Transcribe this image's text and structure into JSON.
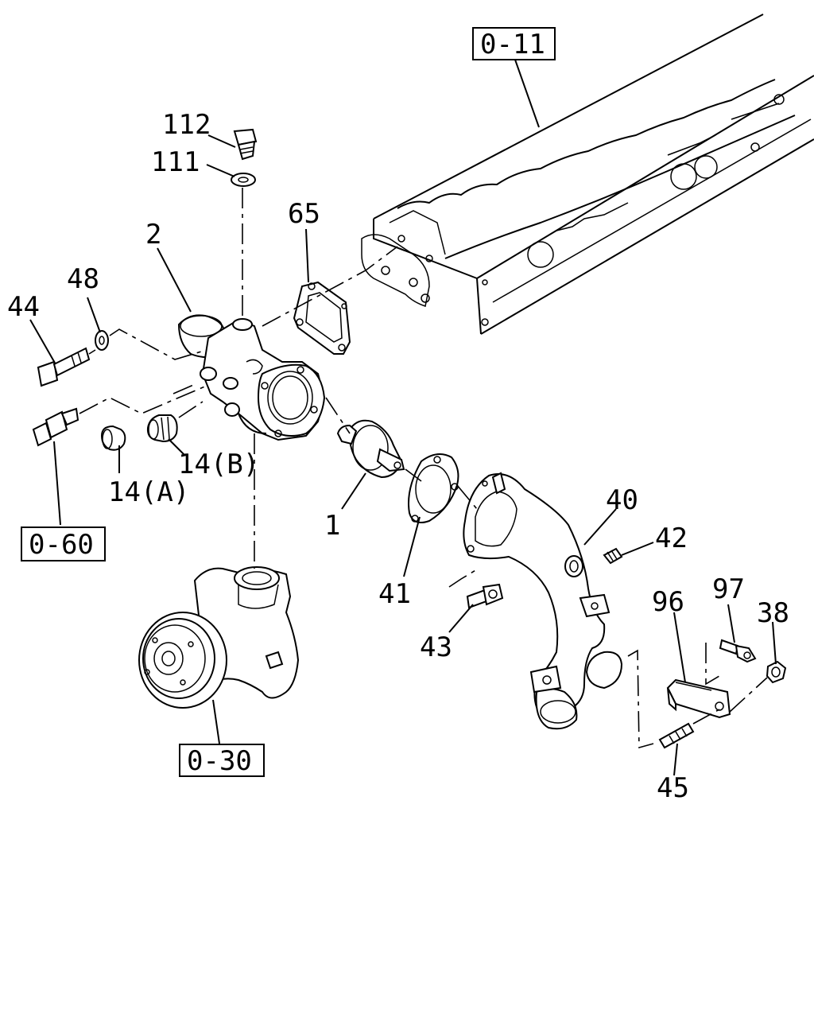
{
  "references": {
    "top": "0-11",
    "left": "0-60",
    "bottom": "0-30"
  },
  "callouts": {
    "c112": "112",
    "c111": "111",
    "c65": "65",
    "c2": "2",
    "c48": "48",
    "c44": "44",
    "c14a": "14(A)",
    "c14b": "14(B)",
    "c1": "1",
    "c41": "41",
    "c40": "40",
    "c42": "42",
    "c43": "43",
    "c96": "96",
    "c97": "97",
    "c38": "38",
    "c45": "45"
  }
}
